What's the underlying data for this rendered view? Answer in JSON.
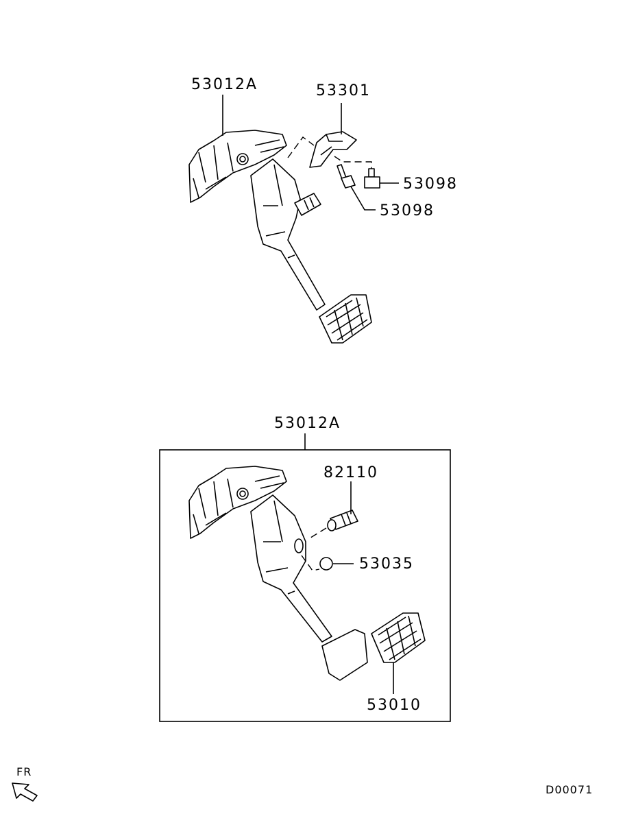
{
  "upper_assembly": {
    "pedal_assembly": "53012A",
    "bracket": "53301",
    "bolt_right": "53098",
    "bolt_lower": "53098"
  },
  "lower_assembly": {
    "pedal_assembly": "53012A",
    "switch": "82110",
    "stopper": "53035",
    "pad": "53010"
  },
  "direction": "FR",
  "diagram_code": "D00071"
}
